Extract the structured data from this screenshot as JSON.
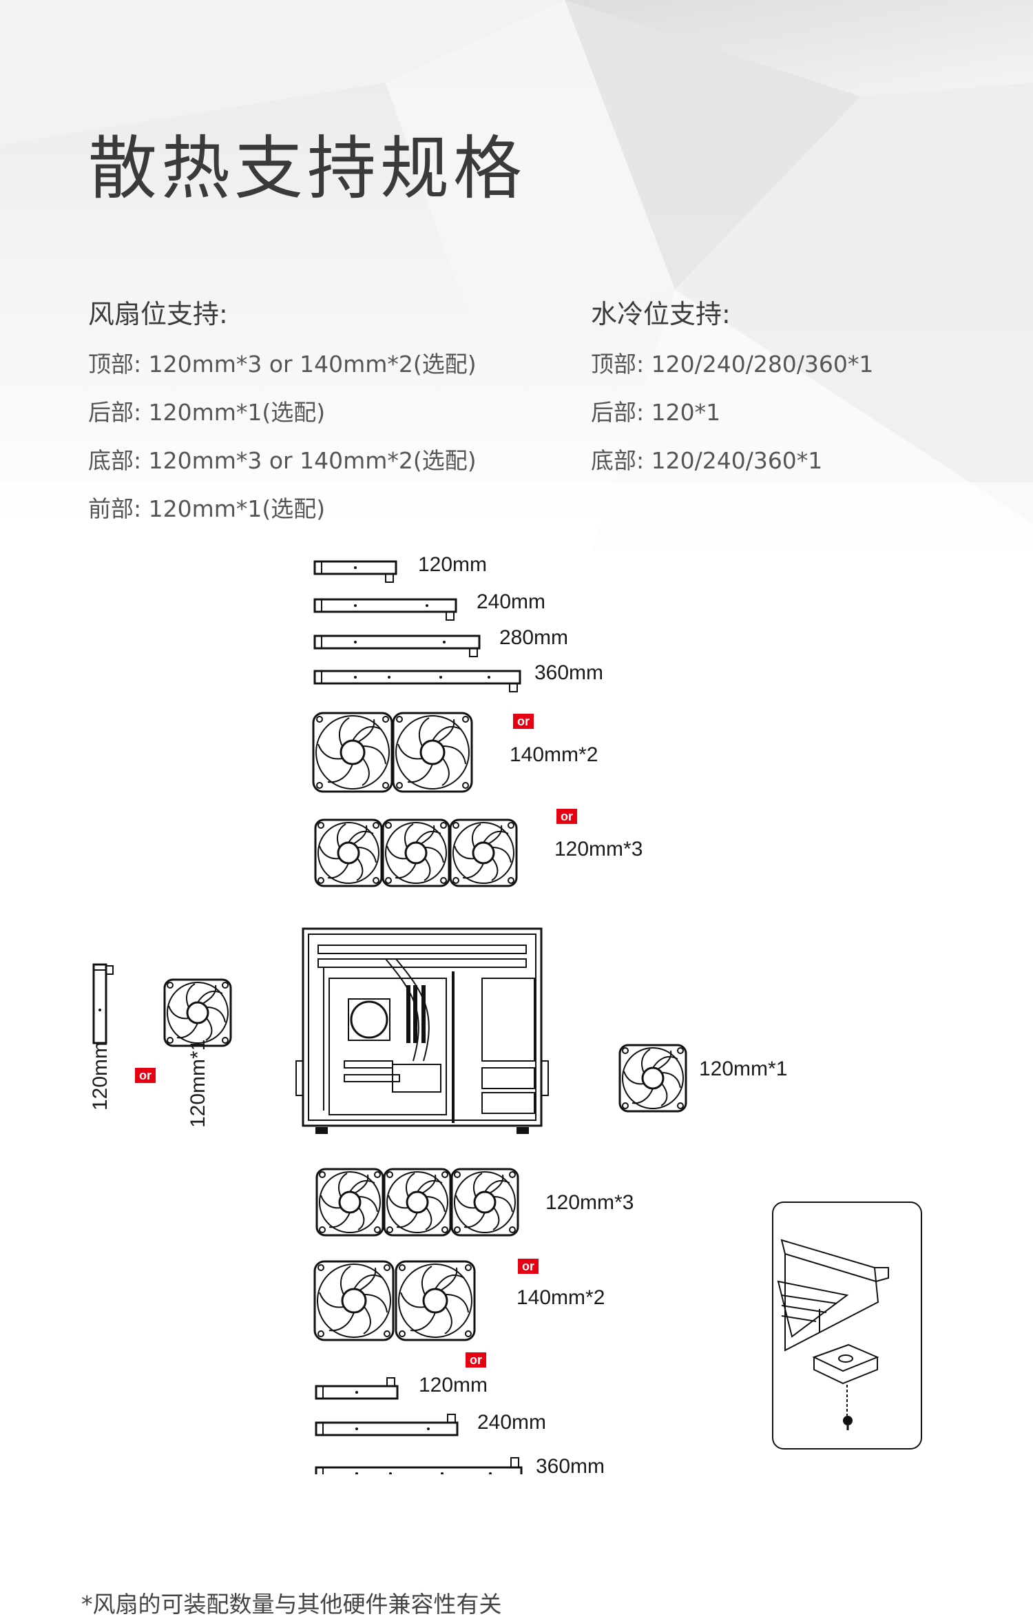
{
  "page": {
    "title": "散热支持规格"
  },
  "fan_support": {
    "heading": "风扇位支持:",
    "lines": [
      "顶部:  120mm*3 or 140mm*2(选配)",
      "后部:  120mm*1(选配)",
      "底部:  120mm*3 or 140mm*2(选配)",
      "前部:  120mm*1(选配)"
    ]
  },
  "water_support": {
    "heading": "水冷位支持:",
    "lines": [
      "顶部:  120/240/280/360*1",
      "后部:  120*1",
      "底部:  120/240/360*1"
    ]
  },
  "diagram": {
    "or_label": "or",
    "top_radiators": [
      "120mm",
      "240mm",
      "280mm",
      "360mm"
    ],
    "top_fans_140": "140mm*2",
    "top_fans_120": "120mm*3",
    "front_radiator": "120mm",
    "front_fan": "120mm*1",
    "rear_fan": "120mm*1",
    "bottom_fans_120": "120mm*3",
    "bottom_fans_140": "140mm*2",
    "bottom_radiators": [
      "120mm",
      "240mm",
      "360mm"
    ]
  },
  "footnote": "*风扇的可装配数量与其他硬件兼容性有关"
}
